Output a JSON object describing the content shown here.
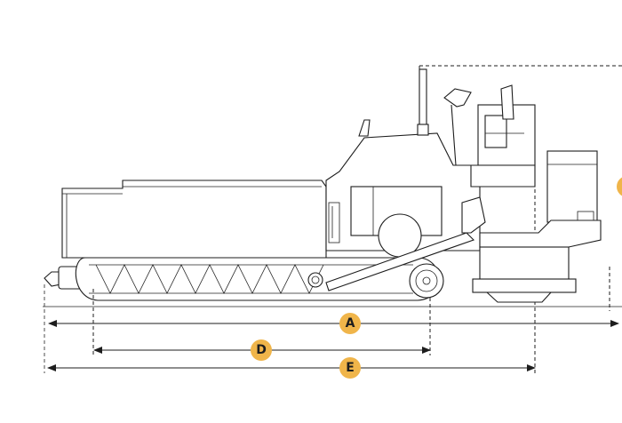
{
  "dimensions": {
    "badge_color": "#f0b54a",
    "labels": {
      "overall_length": "A",
      "track_length": "D",
      "hopper_to_screed": "E"
    }
  }
}
